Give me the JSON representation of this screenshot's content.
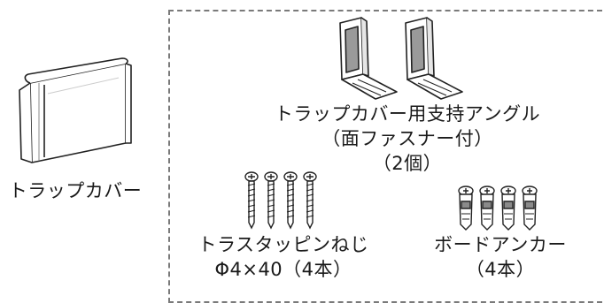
{
  "cover": {
    "label": "トラップカバー"
  },
  "angle": {
    "line1": "トラップカバー用支持アングル",
    "line2": "（面ファスナー付）",
    "line3": "（2個）"
  },
  "screw": {
    "line1": "トラスタッピンねじ",
    "line2": "Φ4×40（4本）"
  },
  "anchor": {
    "line1": "ボードアンカー",
    "line2": "（4本）"
  }
}
